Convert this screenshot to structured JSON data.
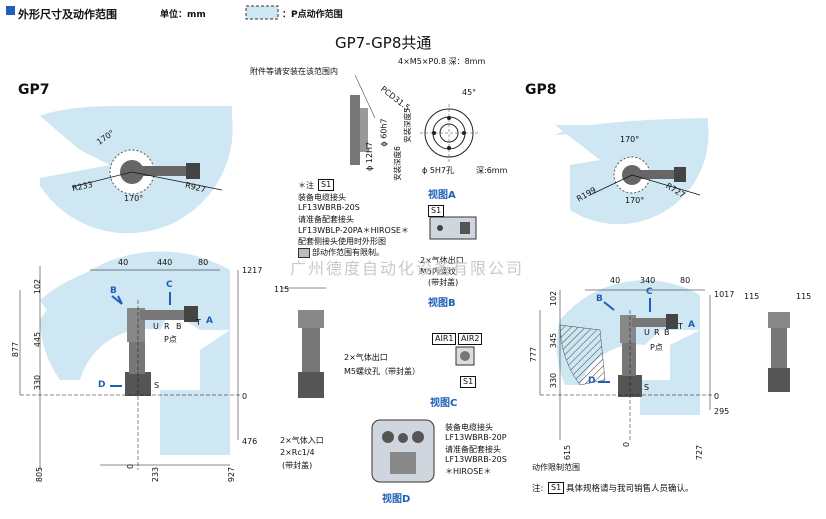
{
  "header": {
    "title": "外形尺寸及动作范围",
    "unit": "单位：mm",
    "legend": "：P点动作范围",
    "common_title": "GP7-GP8共通"
  },
  "models": {
    "gp7": "GP7",
    "gp8": "GP8"
  },
  "gp7_top": {
    "angle_top": "170°",
    "angle_bottom": "170°",
    "r_left": "R233",
    "r_right": "R927"
  },
  "gp8_top": {
    "angle_top": "170°",
    "angle_bottom": "170°",
    "r_left": "R199",
    "r_right": "R727"
  },
  "gp7_side": {
    "top_dims": [
      "40",
      "440",
      "80"
    ],
    "h_1217": "1217",
    "v_102": "102",
    "v_445": "445",
    "v_877": "877",
    "v_330": "330",
    "h_0": "0",
    "h_476": "476",
    "b_805": "805",
    "b_0": "0",
    "b_233": "233",
    "b_927": "927",
    "axes": [
      "U",
      "R",
      "B",
      "T"
    ],
    "arrow_b": "B",
    "arrow_c": "C",
    "arrow_a": "A",
    "arrow_d": "D",
    "s": "S",
    "p_point": "P点",
    "w115": "115"
  },
  "gp8_side": {
    "top_dims": [
      "40",
      "340",
      "80"
    ],
    "h_1017": "1017",
    "v_102": "102",
    "v_345": "345",
    "v_777": "777",
    "v_330": "330",
    "h_0": "0",
    "h_295": "295",
    "b_615": "615",
    "b_0": "0",
    "b_727": "727",
    "axes": [
      "U",
      "R",
      "B",
      "T"
    ],
    "arrow_b": "B",
    "arrow_c": "C",
    "arrow_a": "A",
    "arrow_d": "D",
    "s": "S",
    "p_point": "P点",
    "limit_label": "动作限制范围",
    "w115a": "115",
    "w115b": "115"
  },
  "view_a": {
    "note_top": "附件等请安装在该范围内",
    "screw": "4×M5×P0.8 深：8mm",
    "pcd": "PCD31.5",
    "angle": "45°",
    "d60": "ϕ 60h7",
    "d12": "ϕ 12H7",
    "depth6": "安装深度6",
    "depth5": "安装深度5",
    "hole": "ϕ 5H7孔",
    "hole_depth": "深:6mm",
    "label": "视图A"
  },
  "notes_s1": {
    "prefix": "＊注",
    "s1": "S1",
    "l1": "装备电缆接头",
    "l2": "LF13WBRB-20S",
    "l3": "请准备配套接头",
    "l4": "LF13WBLP-20PA＊HIROSE＊",
    "l5": "配套侧接头使用时外形图",
    "l6": "部动作范围有限制。"
  },
  "view_b": {
    "s1": "S1",
    "l1": "2×气体出口",
    "l2": "M5内螺纹",
    "l3": "(带封盖)",
    "label": "视图B"
  },
  "view_c": {
    "air1": "AIR1",
    "air2": "AIR2",
    "l1": "2×气体出口",
    "l2": "M5螺纹孔（带封盖）",
    "s1": "S1",
    "label": "视图C"
  },
  "view_d": {
    "l1": "2×气体入口",
    "l2": "2×Rc1/4",
    "l3": "(带封盖)",
    "r1": "装备电缆接头",
    "r2": "LF13WBRB-20P",
    "r3": "请准备配套接头",
    "r4": "LF13WBRB-20S",
    "r5": "＊HIROSE＊",
    "label": "视图D"
  },
  "watermark": "广州德度自动化设备有限公司",
  "footer": {
    "prefix": "注:",
    "s1": "S1",
    "text": "具体规格请与我司销售人员确认。"
  },
  "colors": {
    "range_fill": "#cfe6f3",
    "accent": "#1f5fb5",
    "robot": "#555555"
  }
}
